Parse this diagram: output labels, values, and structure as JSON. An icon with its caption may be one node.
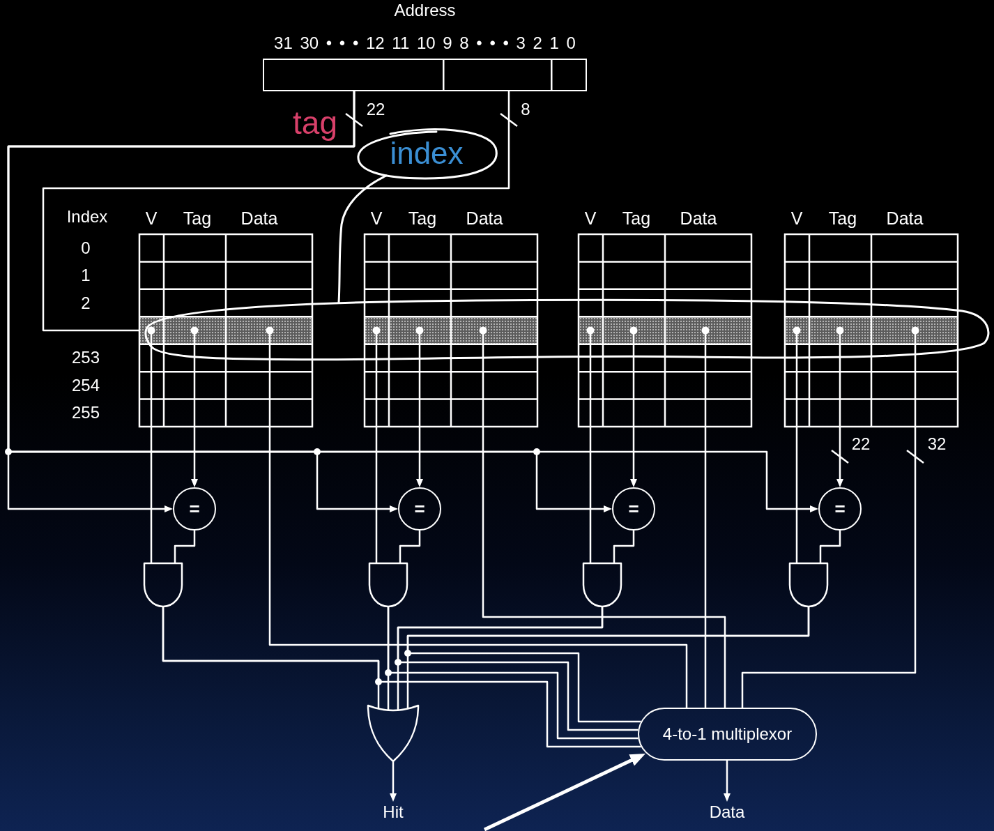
{
  "diagram": {
    "nodes": [
      {
        "text": [
          "Address"
        ],
        "beside": [
          "31 30 • • • 12 11 10 9 8 • • • 3 2 1 0"
        ]
      },
      {
        "text": [
          "index"
        ]
      },
      {
        "text": [
          "V",
          "Tag",
          "Data"
        ]
      },
      {
        "text": [
          "V",
          "Tag",
          "Data"
        ]
      },
      {
        "text": [
          "V",
          "Tag",
          "Data"
        ]
      },
      {
        "text": [
          "V",
          "Tag",
          "Data"
        ]
      },
      {
        "text": [],
        "shape": "ellipse"
      },
      {
        "text": [
          "="
        ]
      },
      {
        "text": [
          "="
        ]
      },
      {
        "text": [
          "="
        ]
      },
      {
        "text": [
          "="
        ]
      },
      {
        "text": [],
        "shape": "gate"
      },
      {
        "text": [],
        "shape": "gate"
      },
      {
        "text": [],
        "shape": "gate"
      },
      {
        "text": [],
        "shape": "gate"
      },
      {
        "text": [],
        "shape": "gate"
      },
      {
        "text": [
          "4-to-1 multiplexor"
        ]
      },
      {
        "text": [
          "Hit"
        ]
      },
      {
        "text": [
          "Data"
        ]
      }
    ],
    "edges": [
      {
        "from": 0,
        "to": 7,
        "arrow": "to",
        "label": "22"
      },
      {
        "from": 0,
        "to": 8,
        "arrow": "to"
      },
      {
        "from": 0,
        "to": 9,
        "arrow": "to"
      },
      {
        "from": 0,
        "to": 10,
        "arrow": "to"
      },
      {
        "from": 0,
        "to": 2,
        "arrow": "none",
        "label": "8"
      },
      {
        "from": 1,
        "to": 6,
        "arrow": "none"
      },
      {
        "from": 2,
        "to": 7,
        "arrow": "to"
      },
      {
        "from": 3,
        "to": 8,
        "arrow": "to"
      },
      {
        "from": 4,
        "to": 9,
        "arrow": "to"
      },
      {
        "from": 5,
        "to": 10,
        "arrow": "to",
        "label": "22"
      },
      {
        "from": 2,
        "to": 11,
        "arrow": "none"
      },
      {
        "from": 3,
        "to": 12,
        "arrow": "none"
      },
      {
        "from": 4,
        "to": 13,
        "arrow": "none"
      },
      {
        "from": 5,
        "to": 14,
        "arrow": "none"
      },
      {
        "from": 7,
        "to": 11,
        "arrow": "none"
      },
      {
        "from": 8,
        "to": 12,
        "arrow": "none"
      },
      {
        "from": 9,
        "to": 13,
        "arrow": "none"
      },
      {
        "from": 10,
        "to": 14,
        "arrow": "none"
      },
      {
        "from": 11,
        "to": 15,
        "arrow": "none"
      },
      {
        "from": 12,
        "to": 15,
        "arrow": "none"
      },
      {
        "from": 13,
        "to": 15,
        "arrow": "none"
      },
      {
        "from": 14,
        "to": 15,
        "arrow": "none"
      },
      {
        "from": 11,
        "to": 16,
        "arrow": "none"
      },
      {
        "from": 12,
        "to": 16,
        "arrow": "none"
      },
      {
        "from": 13,
        "to": 16,
        "arrow": "none"
      },
      {
        "from": 14,
        "to": 16,
        "arrow": "none"
      },
      {
        "from": 2,
        "to": 16,
        "arrow": "none"
      },
      {
        "from": 3,
        "to": 16,
        "arrow": "none"
      },
      {
        "from": 4,
        "to": 16,
        "arrow": "none"
      },
      {
        "from": 5,
        "to": 16,
        "arrow": "none",
        "label": "32"
      },
      {
        "from": 15,
        "to": 17,
        "arrow": "to"
      },
      {
        "from": 16,
        "to": 18,
        "arrow": "to"
      },
      {
        "from": null,
        "to": 16,
        "arrow": "to",
        "style": "thick"
      }
    ],
    "labels": [
      "tag",
      "Index",
      "0",
      "1",
      "2",
      "253",
      "254",
      "255"
    ]
  }
}
